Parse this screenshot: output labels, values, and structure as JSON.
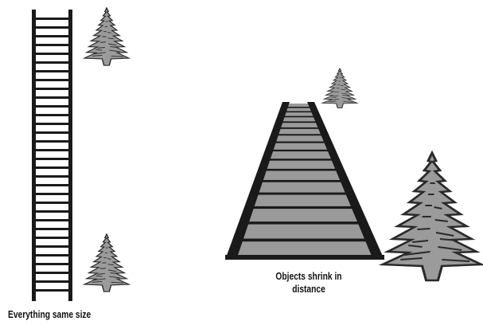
{
  "diagram": {
    "left_panel": {
      "caption": "Everything same size"
    },
    "right_panel": {
      "caption_line1": "Objects shrink in",
      "caption_line2": "distance"
    }
  },
  "colors": {
    "rail": "#1a1a1a",
    "rung_gray": "#9a9a9a",
    "tree_fill": "#9b9b9b",
    "tree_stroke": "#2a2a2a"
  },
  "icons": {
    "tree": "pine-tree-icon",
    "ladder": "ladder-icon"
  }
}
